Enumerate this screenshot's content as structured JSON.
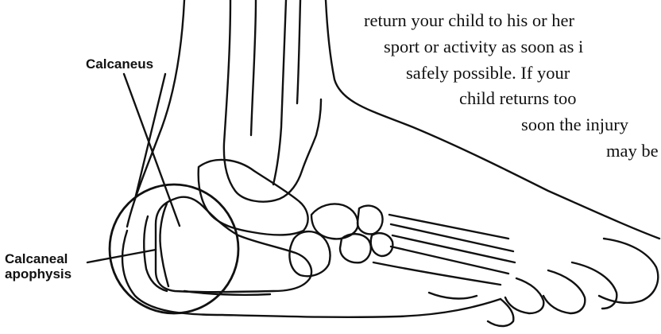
{
  "labels": {
    "calcaneus": "Calcaneus",
    "calcaneal_apophysis_line1": "Calcaneal",
    "calcaneal_apophysis_line2": "apophysis"
  },
  "body_text": {
    "lines": [
      "return your child to his or her",
      "sport or activity as soon as i",
      "safely possible. If your",
      "child returns too",
      "soon the injury",
      "may be"
    ]
  },
  "illustration": {
    "subject": "foot-skeleton-side-view",
    "highlight": "circle-around-heel-bone",
    "stroke_color": "#111111",
    "background_color": "#ffffff"
  }
}
